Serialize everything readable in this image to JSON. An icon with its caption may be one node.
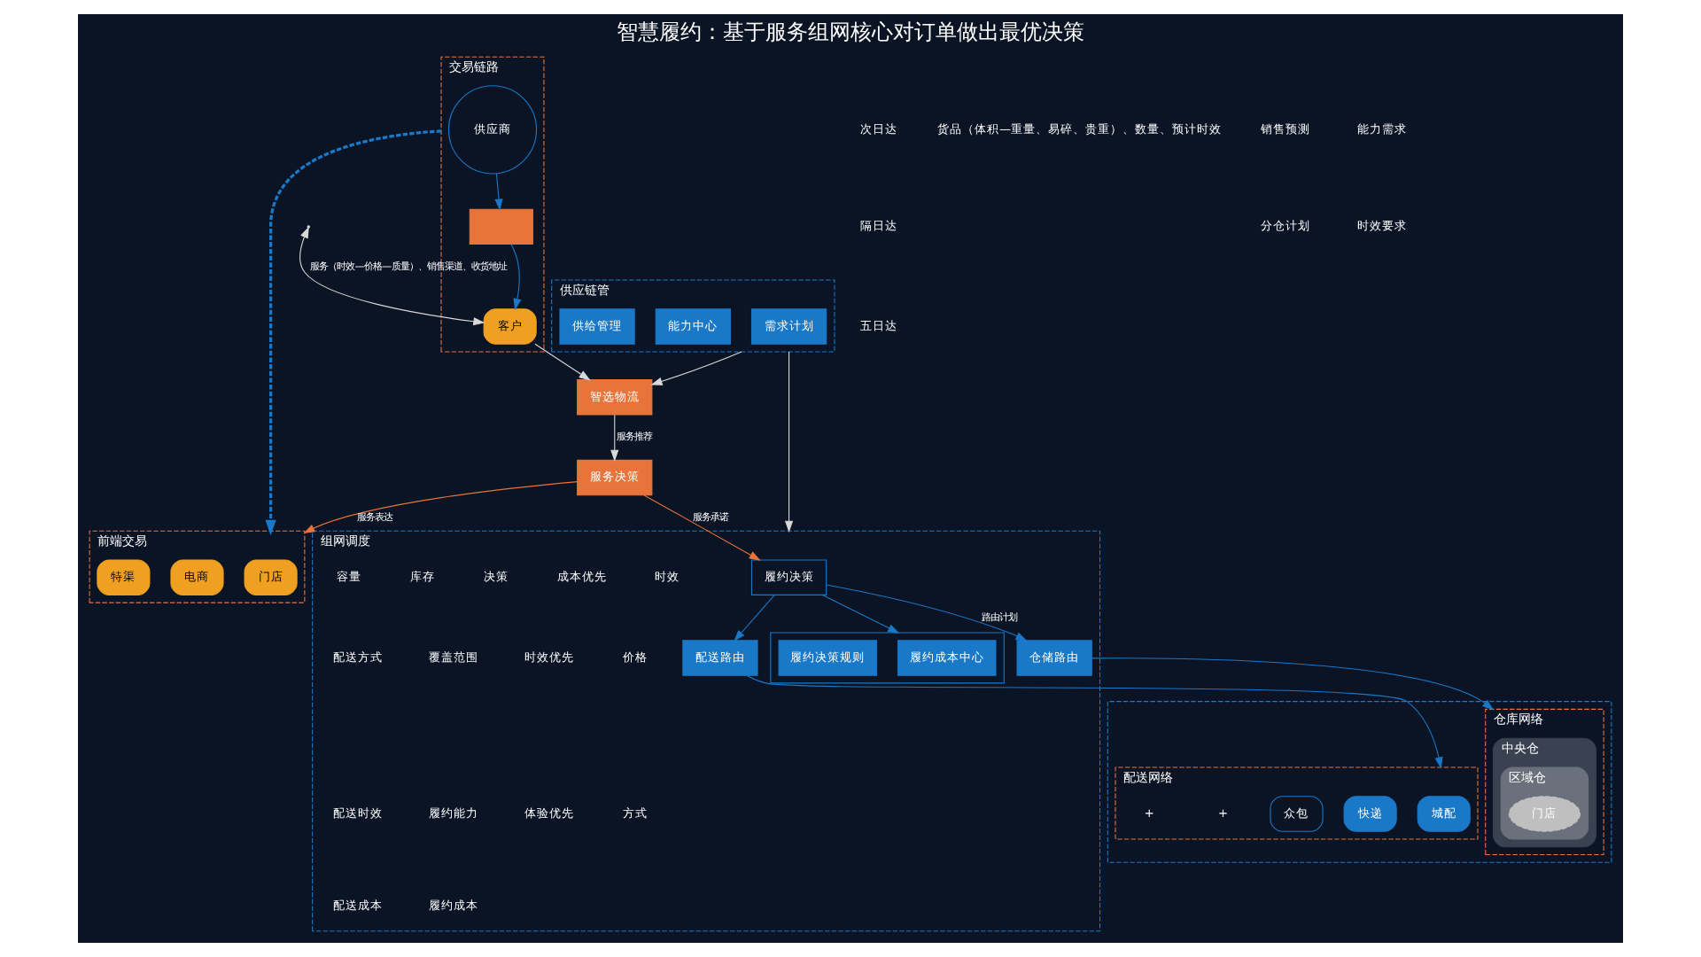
{
  "diagram": {
    "title": "智慧履约：基于服务组网核心对订单做出最优决策",
    "nodes": [
      {
        "text": [
          "前端交易"
        ]
      },
      {
        "text": [
          "门店"
        ],
        "in": 0
      },
      {
        "text": [
          "电商"
        ],
        "in": 0
      },
      {
        "text": [
          "特渠"
        ],
        "in": 0
      },
      {
        "text": [
          "交易链路"
        ]
      },
      {
        "text": [
          "供应商"
        ],
        "in": 4
      },
      {
        "text": [],
        "shape": "box",
        "in": 4
      },
      {
        "text": [
          "客户"
        ],
        "in": 4
      },
      {
        "text": [
          "服务决策"
        ]
      },
      {
        "text": [
          "智选物流"
        ]
      },
      {
        "text": [
          "供应链管"
        ]
      },
      {
        "text": [
          "需求计划"
        ],
        "in": 10
      },
      {
        "text": [
          "能力中心"
        ],
        "in": 10
      },
      {
        "text": [
          "供给管理"
        ],
        "in": 10
      },
      {
        "text": [
          "组网调度"
        ]
      },
      {
        "text": [
          "履约决策"
        ],
        "in": 14
      },
      {
        "text": [
          "仓储路由"
        ],
        "in": 14
      },
      {
        "text": [
          "配送路由"
        ],
        "in": 14
      },
      {
        "text": [],
        "shape": "box",
        "in": 14
      },
      {
        "text": [
          "履约成本中心"
        ],
        "in": 18
      },
      {
        "text": [
          "履约决策规则"
        ],
        "in": 18
      },
      {
        "text": [],
        "shape": "box"
      },
      {
        "text": [
          "仓库网络"
        ],
        "in": 21
      },
      {
        "text": [
          "中央仓"
        ],
        "in": 22
      },
      {
        "text": [
          "区域仓"
        ],
        "in": 23
      },
      {
        "text": [
          "门店"
        ],
        "in": 24
      },
      {
        "text": [
          "配送网络"
        ],
        "in": 21
      },
      {
        "text": [
          "城配"
        ],
        "in": 26
      },
      {
        "text": [
          "快递"
        ],
        "in": 26
      },
      {
        "text": [
          "众包"
        ],
        "in": 26
      }
    ],
    "edges": [
      {
        "from": 4,
        "to": 0,
        "arrow": "to",
        "style": "dashed"
      },
      {
        "from": 5,
        "to": 6,
        "arrow": "to"
      },
      {
        "from": 6,
        "to": 7,
        "arrow": "to"
      },
      {
        "from": 7,
        "to": 9,
        "arrow": "to",
        "color": "#d9d9d9"
      },
      {
        "from": null,
        "to": 7,
        "arrow": "both",
        "label": "服务（时效—价格—质量）、销售渠道、收货地址",
        "color": "#d9d9d9"
      },
      {
        "from": 10,
        "to": 9,
        "arrow": "to",
        "color": "#d9d9d9"
      },
      {
        "from": 10,
        "to": 14,
        "arrow": "to",
        "color": "#d9d9d9"
      },
      {
        "from": 9,
        "to": 8,
        "arrow": "to",
        "label": "服务推荐",
        "color": "#d9d9d9"
      },
      {
        "from": 8,
        "to": 0,
        "arrow": "to",
        "label": "服务表达",
        "color": "#e8743b"
      },
      {
        "from": 8,
        "to": 15,
        "arrow": "to",
        "label": "服务承诺",
        "color": "#e8743b"
      },
      {
        "from": 15,
        "to": 16,
        "arrow": "to",
        "label": "路由计划"
      },
      {
        "from": 15,
        "to": 17,
        "arrow": "to"
      },
      {
        "from": 15,
        "to": 18,
        "arrow": "to"
      },
      {
        "from": 16,
        "to": 22,
        "arrow": "to"
      },
      {
        "from": 17,
        "to": 26,
        "arrow": "to"
      }
    ],
    "labels": [
      "次日达",
      "隔日达",
      "五日达",
      "货品（体积—重量、易碎、贵重）、数量、预计时效",
      "销售预测",
      "分仓计划",
      "能力需求",
      "时效要求",
      "时效",
      "价格",
      "方式",
      "成本优先",
      "时效优先",
      "体验优先",
      "决策",
      "库存",
      "覆盖范围",
      "履约能力",
      "履约成本",
      "容量",
      "配送方式",
      "配送时效",
      "配送成本",
      "+",
      "+"
    ]
  }
}
